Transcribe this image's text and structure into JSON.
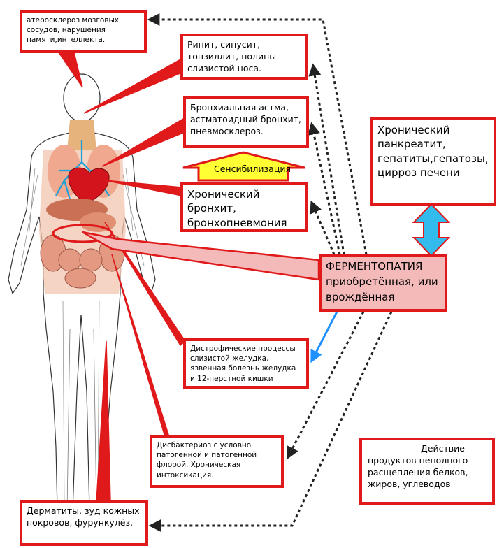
{
  "boxes": {
    "atherosclerosis": "атеросклероз мозговых сосудов, нарушения памяти,интеллекта.",
    "rhinitis": "Ринит, синусит, тонзиллит, полипы слизистой носа.",
    "asthma": "Бронхиальная астма, астматоидный бронхит, пневмосклероз.",
    "sensitization": "Сенсибилизация",
    "bronchitis": "Хронический бронхит, бронхопневмония",
    "pancreatitis": "Хронический панкреатит, гепатиты,гепатозы, цирроз печени",
    "fermentopathy_title": "ФЕРМЕНТОПАТИЯ",
    "fermentopathy_sub": "приобретённая, или врождённая",
    "dystrophic": "Дистрофические процессы слизистой желудка, язвенная болезнь желудка и 12-перстной кишки",
    "dysbacteriosis": "Дисбактериоз с условно патогенной и патогенной флорой. Хроническая интоксикация.",
    "dermatitis": "Дерматиты, зуд кожных покровов, фурункулёз.",
    "legend": "Действие продуктов неполного расщепления белков, жиров, углеводов"
  },
  "colors": {
    "border_red": "#e0191b",
    "fermentopathy_fill": "#f4b9b9",
    "sensitization_fill": "#ffff33",
    "cyan_arrow": "#33bbee",
    "blue_arrow": "#1e90ff"
  }
}
